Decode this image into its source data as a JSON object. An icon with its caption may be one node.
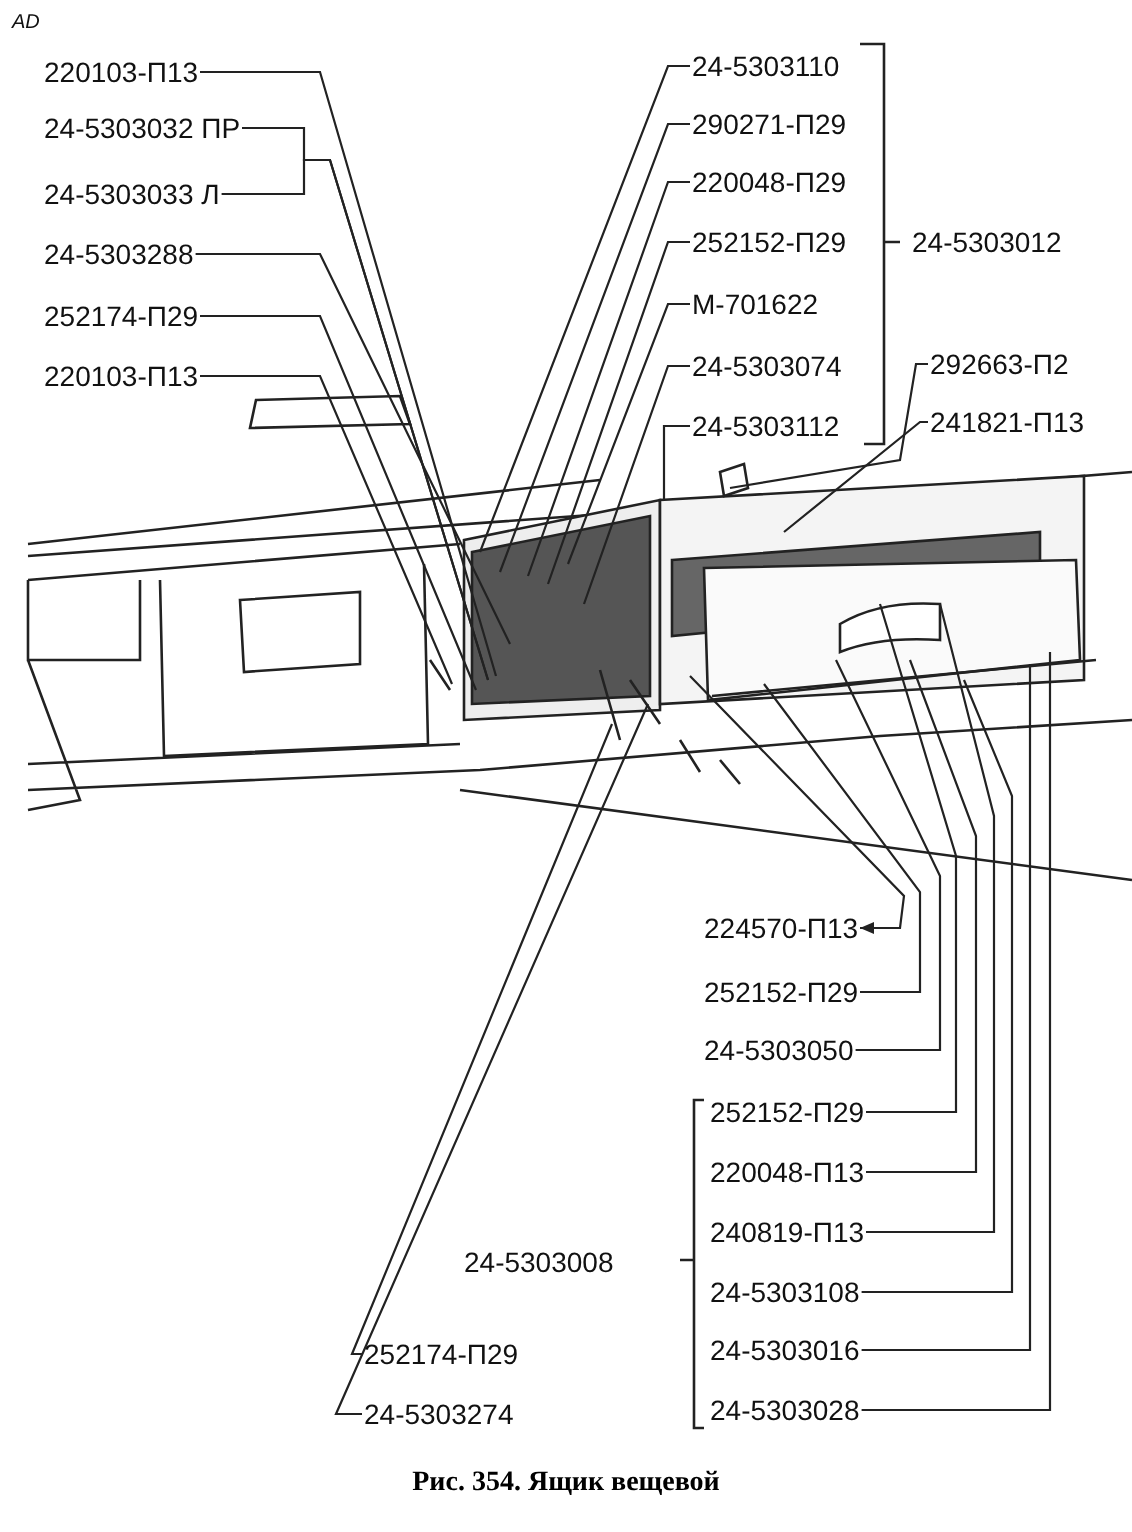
{
  "diagram": {
    "caption": "Рис. 354. Ящик вещевой",
    "nodes": [
      {
        "text": [
          "220103-П13"
        ]
      },
      {
        "text": [
          "24-5303032 ПР"
        ]
      },
      {
        "text": [
          "24-5303033 Л"
        ]
      },
      {
        "text": [
          "24-5303288"
        ]
      },
      {
        "text": [
          "252174-П29"
        ]
      },
      {
        "text": [
          "220103-П13"
        ]
      },
      {
        "text": [
          "24-5303110"
        ]
      },
      {
        "text": [
          "290271-П29"
        ]
      },
      {
        "text": [
          "220048-П29"
        ]
      },
      {
        "text": [
          "252152-П29"
        ]
      },
      {
        "text": [
          "М-701622"
        ]
      },
      {
        "text": [
          "24-5303074"
        ]
      },
      {
        "text": [
          "24-5303112"
        ]
      },
      {
        "text": [
          "292663-П2"
        ]
      },
      {
        "text": [
          "241821-П13"
        ]
      },
      {
        "text": [
          "224570-П13"
        ]
      },
      {
        "text": [
          "252152-П29"
        ]
      },
      {
        "text": [
          "24-5303050"
        ]
      },
      {
        "text": [
          "252152-П29"
        ]
      },
      {
        "text": [
          "220048-П13"
        ]
      },
      {
        "text": [
          "240819-П13"
        ]
      },
      {
        "text": [
          "24-5303108"
        ]
      },
      {
        "text": [
          "24-5303016"
        ]
      },
      {
        "text": [
          "24-5303028"
        ]
      },
      {
        "text": [
          "252174-П29"
        ]
      },
      {
        "text": [
          "24-5303274"
        ]
      }
    ],
    "edges": [
      {
        "from": 0,
        "to": null,
        "arrow": "none"
      },
      {
        "from": 1,
        "to": null,
        "arrow": "none"
      },
      {
        "from": 2,
        "to": null,
        "arrow": "none"
      },
      {
        "from": 3,
        "to": null,
        "arrow": "none"
      },
      {
        "from": 4,
        "to": null,
        "arrow": "none"
      },
      {
        "from": 5,
        "to": null,
        "arrow": "none"
      },
      {
        "from": 6,
        "to": null,
        "arrow": "none"
      },
      {
        "from": 7,
        "to": null,
        "arrow": "none"
      },
      {
        "from": 8,
        "to": null,
        "arrow": "none"
      },
      {
        "from": 9,
        "to": null,
        "arrow": "none"
      },
      {
        "from": 10,
        "to": null,
        "arrow": "none"
      },
      {
        "from": 11,
        "to": null,
        "arrow": "none"
      },
      {
        "from": 12,
        "to": null,
        "arrow": "none"
      },
      {
        "from": 13,
        "to": null,
        "arrow": "none"
      },
      {
        "from": 14,
        "to": null,
        "arrow": "none"
      },
      {
        "from": null,
        "to": 15,
        "arrow": "to"
      },
      {
        "from": 16,
        "to": null,
        "arrow": "none"
      },
      {
        "from": 17,
        "to": null,
        "arrow": "none"
      },
      {
        "from": 18,
        "to": null,
        "arrow": "none"
      },
      {
        "from": 19,
        "to": null,
        "arrow": "none"
      },
      {
        "from": 20,
        "to": null,
        "arrow": "none"
      },
      {
        "from": 21,
        "to": null,
        "arrow": "none"
      },
      {
        "from": 22,
        "to": null,
        "arrow": "none"
      },
      {
        "from": 23,
        "to": null,
        "arrow": "none"
      },
      {
        "from": 24,
        "to": null,
        "arrow": "none"
      },
      {
        "from": 25,
        "to": null,
        "arrow": "none"
      }
    ],
    "labels": [
      "AD",
      "24-5303012",
      "24-5303008"
    ]
  }
}
